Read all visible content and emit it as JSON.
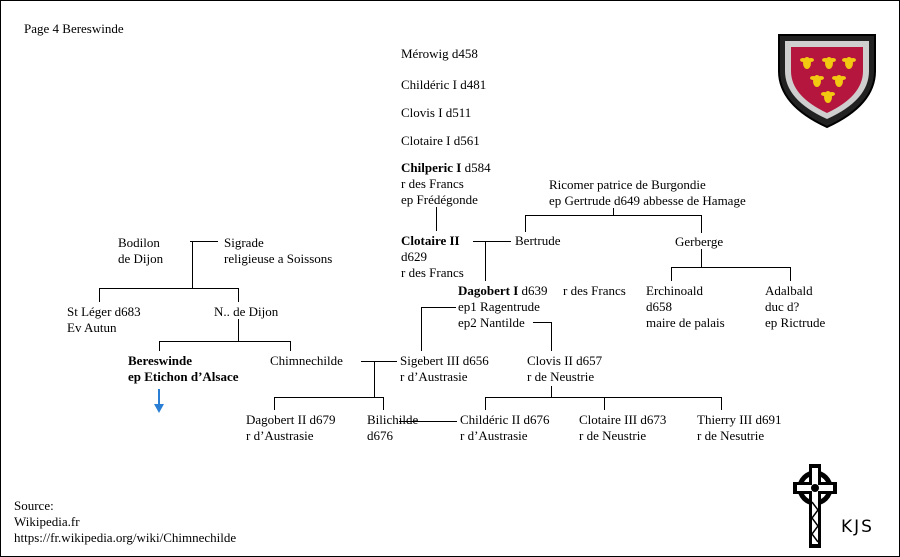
{
  "page_label": "Page 4 Bereswinde",
  "line_merowig": "Mérowig d458",
  "line_childeric": "Childéric I d481",
  "line_clovis": "Clovis I d511",
  "line_clotaire": "Clotaire I d561",
  "chilperic": {
    "name": "Chilperic I",
    "date": " d584",
    "line2": "r des Francs",
    "line3": "ep Frédégonde"
  },
  "ricomer": {
    "line1": "Ricomer patrice de Burgondie",
    "line2": "ep Gertrude d649 abbesse de Hamage"
  },
  "bodilon": {
    "line1": "Bodilon",
    "line2": "de Dijon"
  },
  "sigrade": {
    "line1": "Sigrade",
    "line2": "religieuse a Soissons"
  },
  "clotaire2": {
    "name": "Clotaire II",
    "line2": "d629",
    "line3": "r des Francs"
  },
  "bertrude": "Bertrude",
  "gerberge": "Gerberge",
  "dagobert1": {
    "name": "Dagobert I",
    "date": " d639",
    "title": "r des Francs",
    "line2": "ep1 Ragentrude",
    "line3": "ep2 Nantilde"
  },
  "erchinoald": {
    "line1": "Erchinoald",
    "line2": "d658",
    "line3": "maire de palais"
  },
  "adalbald": {
    "line1": "Adalbald",
    "line2": "duc d?",
    "line3": "ep Rictrude"
  },
  "stleger": {
    "line1": "St Léger d683",
    "line2": "Ev Autun"
  },
  "ndedijon": "N.. de Dijon",
  "bereswinde": {
    "line1": "Bereswinde",
    "line2": "ep Etichon d’Alsace"
  },
  "chimnechilde": "Chimnechilde",
  "sigebert3": {
    "line1": "Sigebert III d656",
    "line2": "r d’Austrasie"
  },
  "clovis2": {
    "line1": "Clovis II d657",
    "line2": "r de Neustrie"
  },
  "dagobert2": {
    "line1": "Dagobert II d679",
    "line2": "r d’Austrasie"
  },
  "bilichilde": {
    "line1": "Bilichilde",
    "line2": "d676"
  },
  "childeric2": {
    "line1": "Childéric II d676",
    "line2": "r d’Austrasie"
  },
  "clotaire3": {
    "line1": "Clotaire III d673",
    "line2": "r de Neustrie"
  },
  "thierry3": {
    "line1": "Thierry III d691",
    "line2": "r de Nesutrie"
  },
  "source": {
    "line1": "Source:",
    "line2": "Wikipedia.fr",
    "line3": "https://fr.wikipedia.org/wiki/Chimnechilde"
  },
  "logo_text": "KJS",
  "colors": {
    "shield_fill": "#b5163e",
    "bee_color": "#f2c811",
    "arrow_color": "#2a7fd4"
  }
}
